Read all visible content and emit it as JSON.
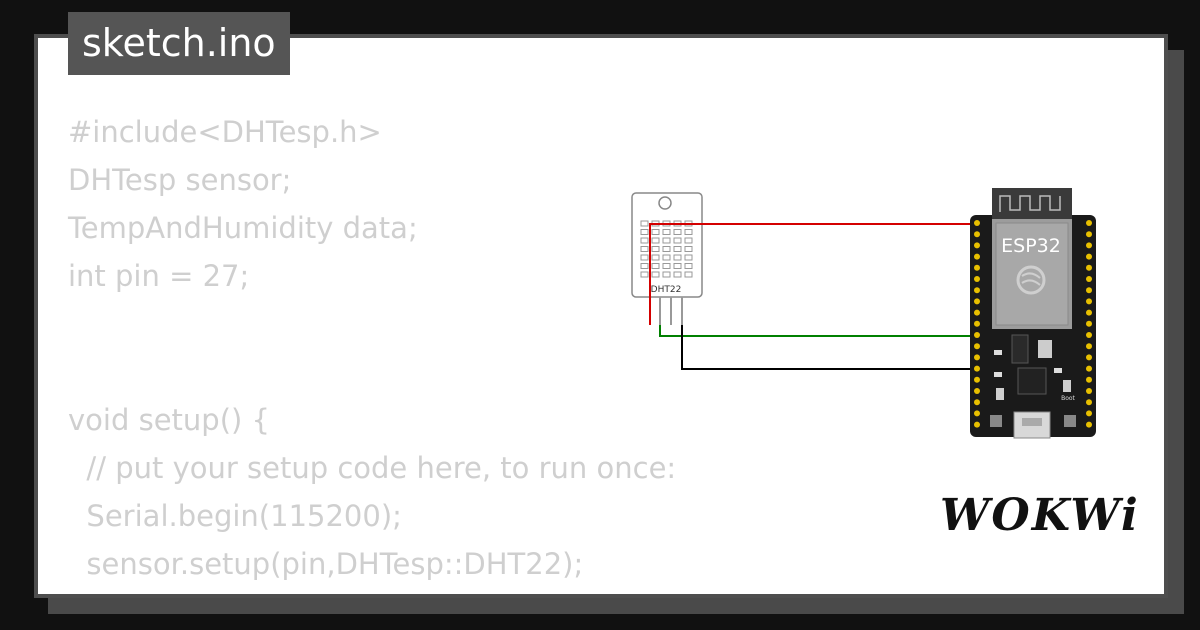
{
  "file_tab": {
    "name": "sketch.ino"
  },
  "code": {
    "lines": [
      "#include<DHTesp.h>",
      "DHTesp sensor;",
      "TempAndHumidity data;",
      "int pin = 27;",
      "",
      "",
      "void setup() {",
      "  // put your setup code here, to run once:",
      "  Serial.begin(115200);",
      "  sensor.setup(pin,DHTesp::DHT22);"
    ]
  },
  "diagram": {
    "sensor_label": "DHT22",
    "board_label": "ESP32",
    "boot_label": "Boot",
    "wire_colors": {
      "power": "#d40000",
      "data": "#008000",
      "ground": "#000000"
    }
  },
  "brand": {
    "logo_text": "WOKWi"
  },
  "colors": {
    "background": "#111111",
    "card": "#ffffff",
    "tab": "#555555",
    "code_text": "#cfcfcf",
    "board": "#1a1a1a",
    "pin": "#e8c000"
  }
}
